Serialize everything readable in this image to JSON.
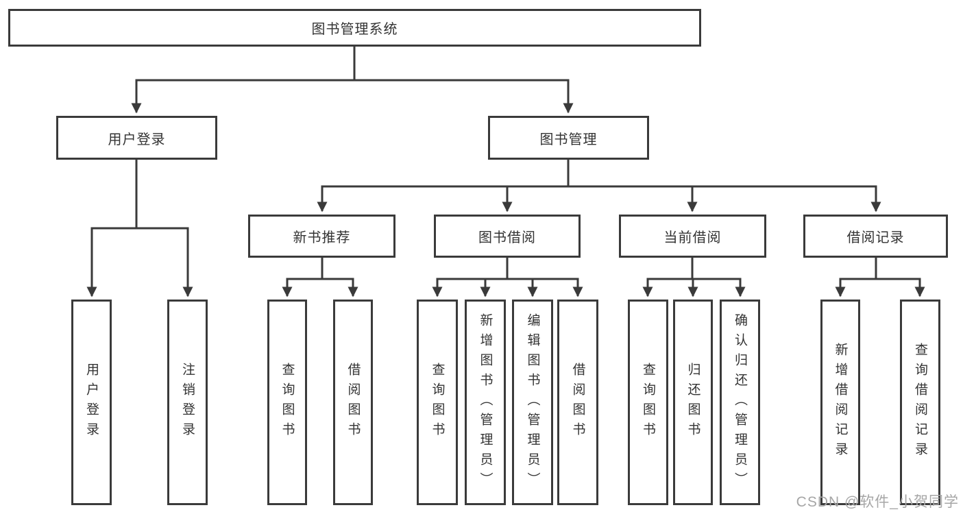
{
  "diagram": {
    "watermark": "CSDN @软件_小贺同学",
    "colors": {
      "line": "#3a3a3a",
      "box_border": "#3a3a3a",
      "text": "#333333",
      "background": "#ffffff",
      "watermark": "#a6a6a6"
    },
    "root": {
      "label": "图书管理系统",
      "children": [
        {
          "label": "用户登录",
          "children": [
            {
              "label": "用户登录"
            },
            {
              "label": "注销登录"
            }
          ]
        },
        {
          "label": "图书管理",
          "children": [
            {
              "label": "新书推荐",
              "children": [
                {
                  "label": "查询图书"
                },
                {
                  "label": "借阅图书"
                }
              ]
            },
            {
              "label": "图书借阅",
              "children": [
                {
                  "label": "查询图书"
                },
                {
                  "label": "新增图书（管理员）"
                },
                {
                  "label": "编辑图书（管理员）"
                },
                {
                  "label": "借阅图书"
                }
              ]
            },
            {
              "label": "当前借阅",
              "children": [
                {
                  "label": "查询图书"
                },
                {
                  "label": "归还图书"
                },
                {
                  "label": "确认归还（管理员）"
                }
              ]
            },
            {
              "label": "借阅记录",
              "children": [
                {
                  "label": "新增借阅记录"
                },
                {
                  "label": "查询借阅记录"
                }
              ]
            }
          ]
        }
      ]
    }
  }
}
